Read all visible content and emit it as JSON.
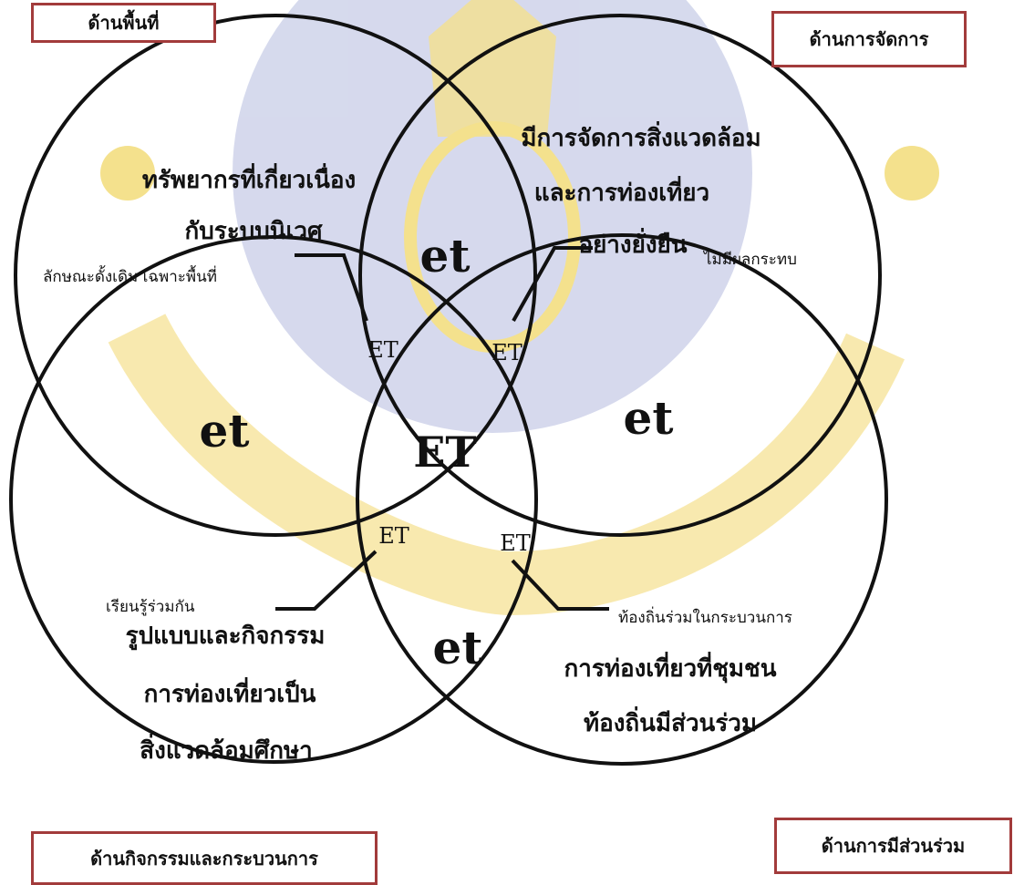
{
  "corner_labels": {
    "top_left": "ด้านพื้นที่",
    "top_right": "ด้านการจัดการ",
    "bottom_left": "ด้านกิจกรรมและกระบวนการ",
    "bottom_right": "ด้านการมีส่วนร่วม"
  },
  "circle_texts": {
    "area_heading_line1": "ทรัพยากรที่เกี่ยวเนื่อง",
    "area_heading_line2": "กับระบบนิเวศ",
    "area_note": "ลักษณะดั้งเดิม เฉพาะพื้นที่",
    "management_heading_line1": "มีการจัดการสิ่งแวดล้อม",
    "management_heading_line2": "และการท่องเที่ยว",
    "management_heading_line3": "อย่างยั่งยืน",
    "management_note": "ไม่มีผลกระทบ",
    "activity_note": "เรียนรู้ร่วมกัน",
    "activity_heading_line1": "รูปแบบและกิจกรรม",
    "activity_heading_line2": "การท่องเที่ยวเป็น",
    "activity_heading_line3": "สิ่งแวดล้อมศึกษา",
    "participation_note": "ท้องถิ่นร่วมในกระบวนการ",
    "participation_heading_line1": "การท่องเที่ยวที่ชุมชน",
    "participation_heading_line2": "ท้องถิ่นมีส่วนร่วม"
  },
  "markers": {
    "et_top": "et",
    "et_left": "et",
    "et_right": "et",
    "et_bottom": "et",
    "center": "ET",
    "overlap_upper_left": "ET",
    "overlap_upper_right": "ET",
    "overlap_lower_left": "ET",
    "overlap_lower_right": "ET"
  },
  "colors": {
    "circle_stroke": "#111111",
    "box_border": "#a23b3b",
    "watermark_blue": "#cfd3ea",
    "watermark_gold": "#f3dc7a"
  }
}
